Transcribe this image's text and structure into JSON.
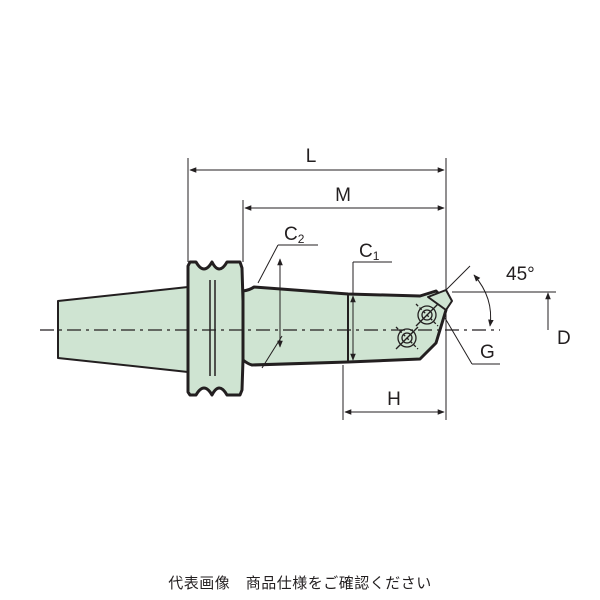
{
  "diagram": {
    "labels": {
      "L": "L",
      "M": "M",
      "C2_main": "C",
      "C2_sub": "2",
      "C1_main": "C",
      "C1_sub": "1",
      "angle": "45°",
      "D": "D",
      "G": "G",
      "H": "H"
    },
    "colors": {
      "body_fill": "#cfe4d2",
      "outline": "#231f20",
      "text": "#231f20"
    }
  },
  "caption": "代表画像　商品仕様をご確認ください"
}
